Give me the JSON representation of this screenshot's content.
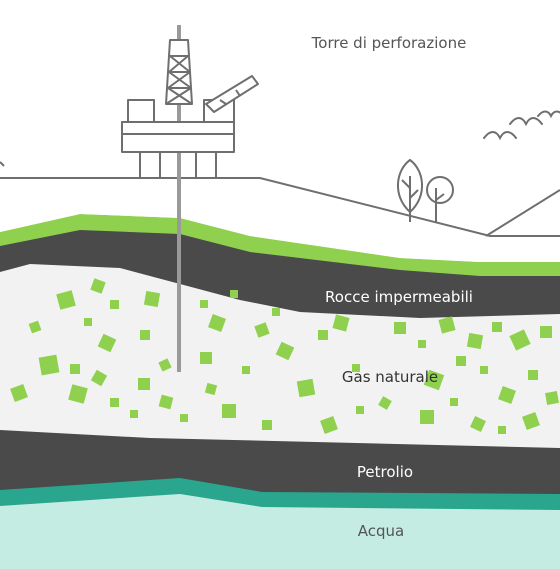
{
  "labels": {
    "rig": "Torre di perforazione",
    "rock": "Rocce impermeabili",
    "gas": "Gas naturale",
    "oil": "Petrolio",
    "water": "Acqua"
  },
  "colors": {
    "ground_line": "#6f6f6f",
    "green": "#8fd14f",
    "dark_rock": "#4a4a4a",
    "gas_bg": "#f2f2f2",
    "teal": "#2aa58e",
    "water": "#c5ece3",
    "pipe": "#9a9a9a",
    "label_dark": "#555555",
    "label_light": "#ffffff"
  }
}
